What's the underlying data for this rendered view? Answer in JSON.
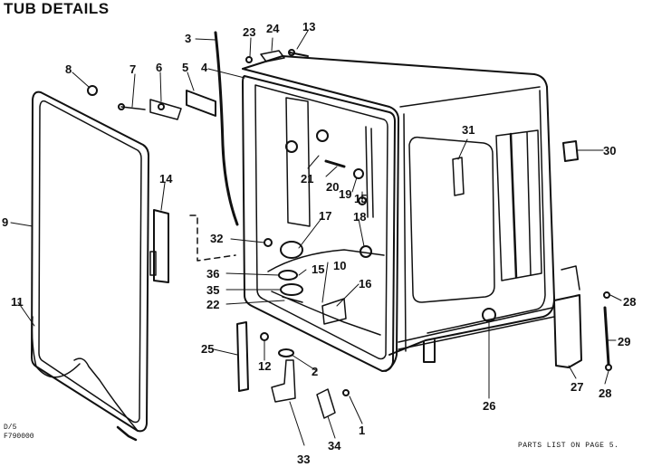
{
  "title": "TUB DETAILS",
  "footer": {
    "code_line1": "D/5",
    "code_line2": "F790000",
    "parts_note": "PARTS LIST ON PAGE 5."
  },
  "callouts": [
    "1",
    "2",
    "3",
    "4",
    "5",
    "6",
    "7",
    "8",
    "9",
    "10",
    "11",
    "12",
    "13",
    "14",
    "15",
    "15",
    "16",
    "17",
    "18",
    "19",
    "20",
    "21",
    "22",
    "23",
    "24",
    "25",
    "26",
    "27",
    "28",
    "28",
    "29",
    "30",
    "31",
    "32",
    "33",
    "34",
    "35",
    "36"
  ]
}
